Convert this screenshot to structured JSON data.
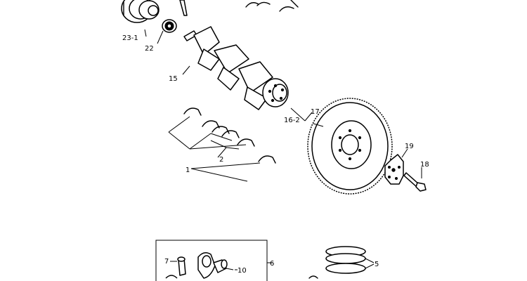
{
  "labels": {
    "l23_1": "23-1",
    "l22": "22",
    "l15": "15",
    "l17": "17",
    "l16_2": "16-2",
    "l1": "1",
    "l2": "2",
    "l19": "19",
    "l18": "18",
    "l6": "6",
    "l7": "7",
    "l10": "10",
    "l5": "5"
  },
  "colors": {
    "ink": "#000000",
    "paper": "#ffffff"
  }
}
